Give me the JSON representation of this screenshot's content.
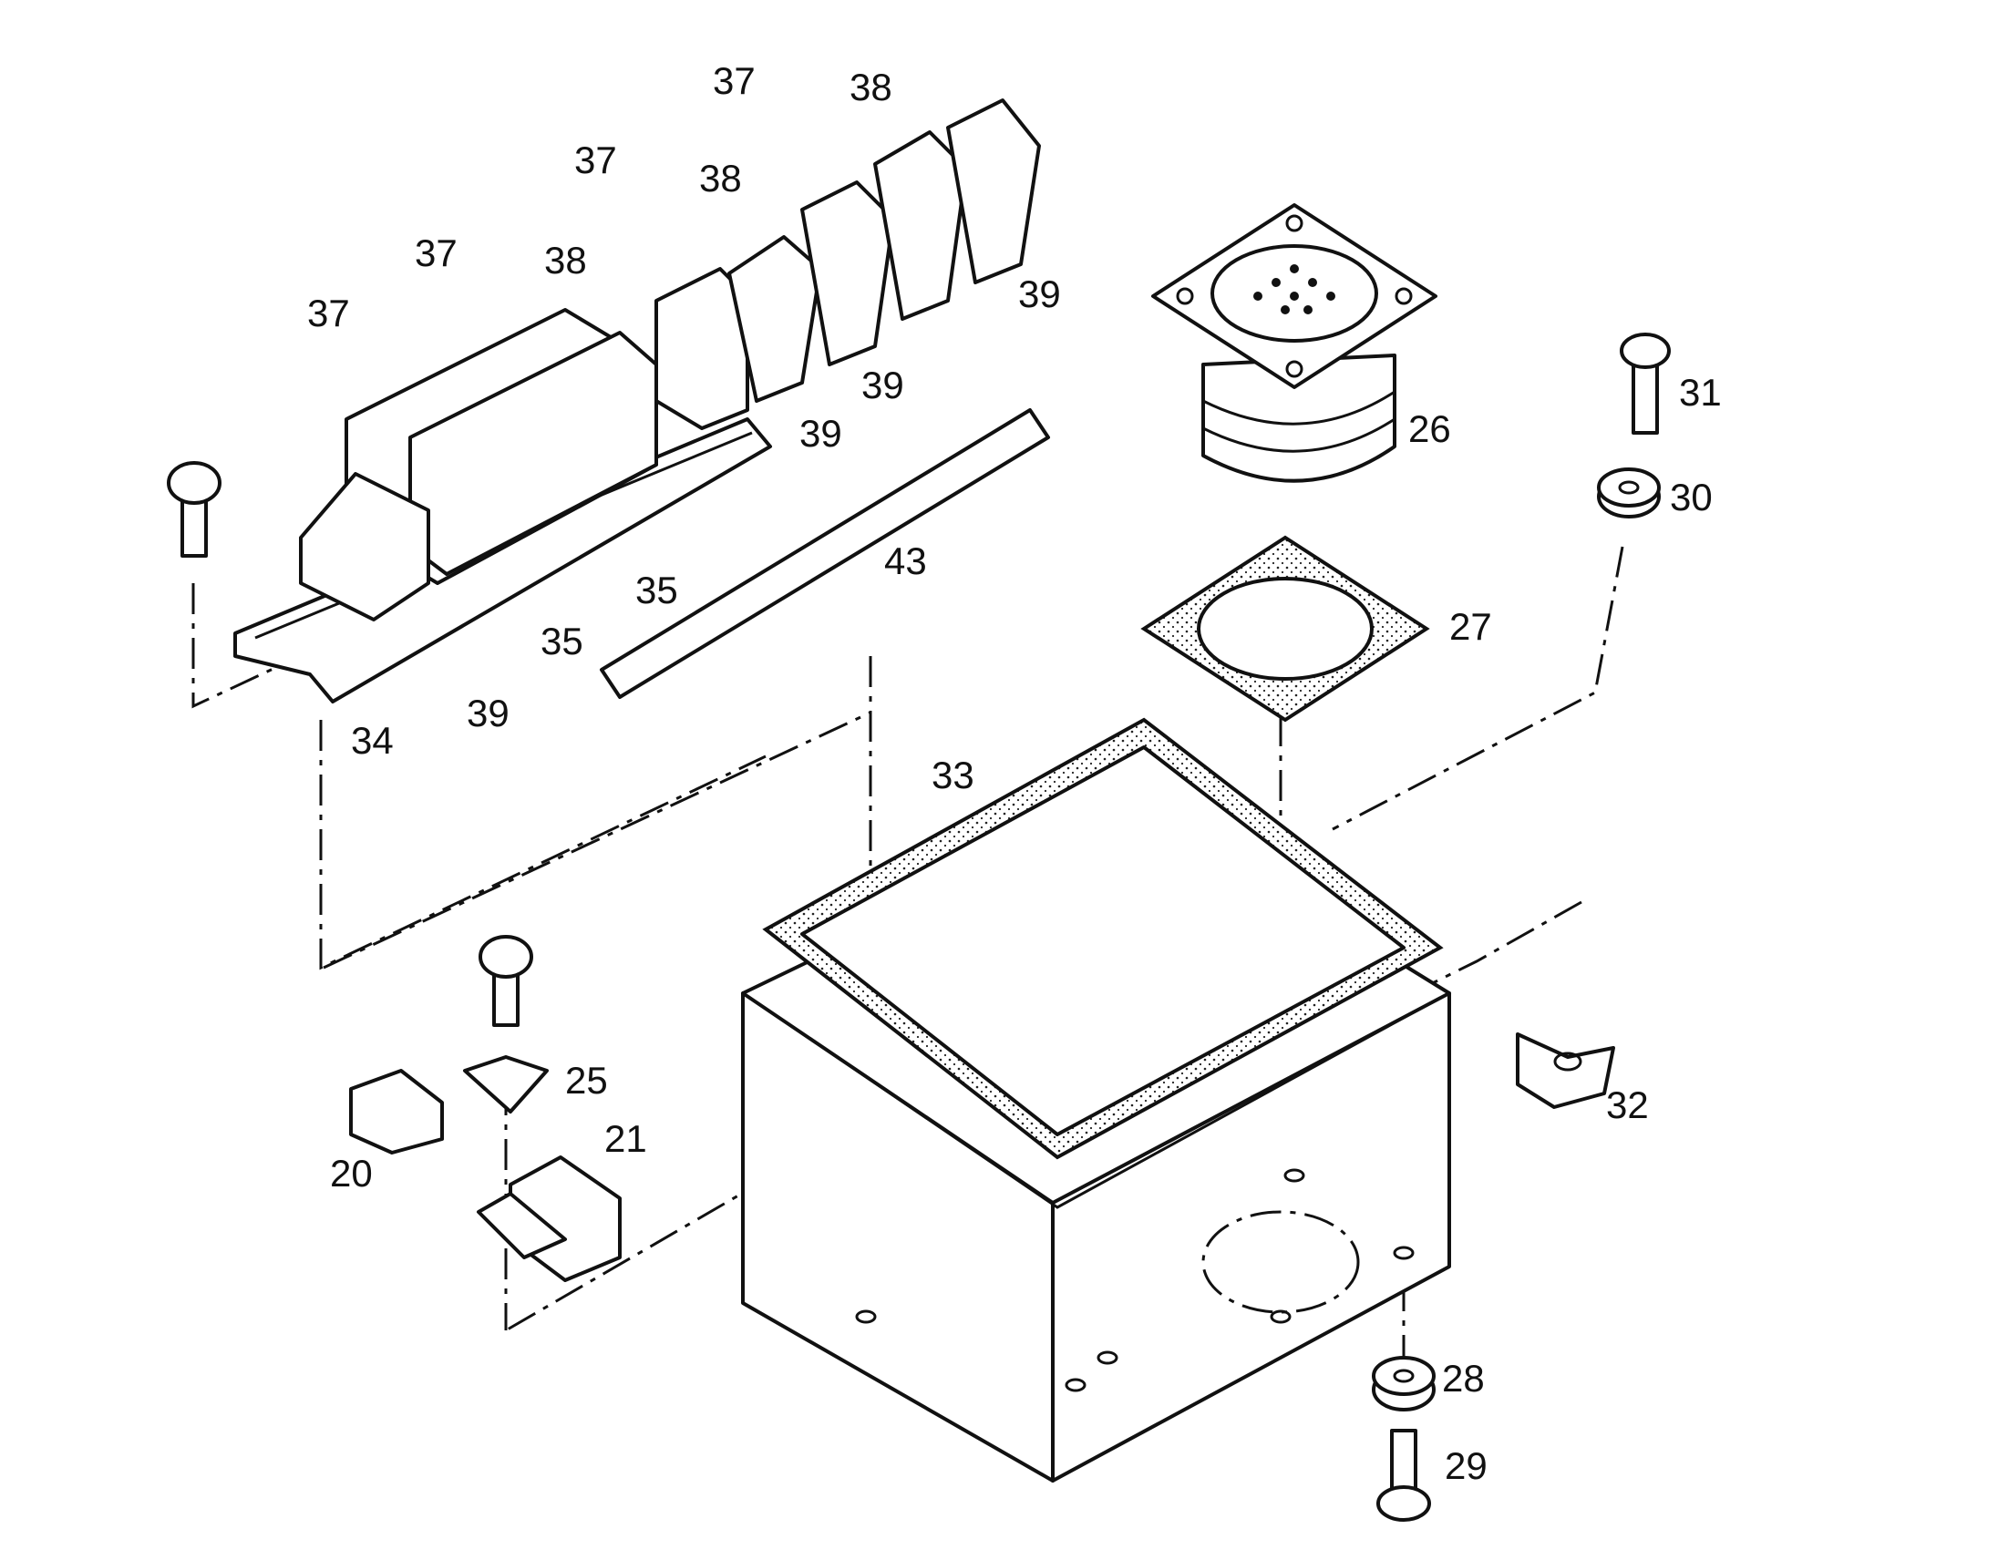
{
  "labels": {
    "l20": "20",
    "l21": "21",
    "l25": "25",
    "l26": "26",
    "l27": "27",
    "l28": "28",
    "l29": "29",
    "l30": "30",
    "l31": "31",
    "l32": "32",
    "l33": "33",
    "l34": "34",
    "l35a": "35",
    "l35b": "35",
    "l37a": "37",
    "l37b": "37",
    "l37c": "37",
    "l37d": "37",
    "l38a": "38",
    "l38b": "38",
    "l38c": "38",
    "l39a": "39",
    "l39b": "39",
    "l39c": "39",
    "l39d": "39",
    "l43": "43"
  }
}
